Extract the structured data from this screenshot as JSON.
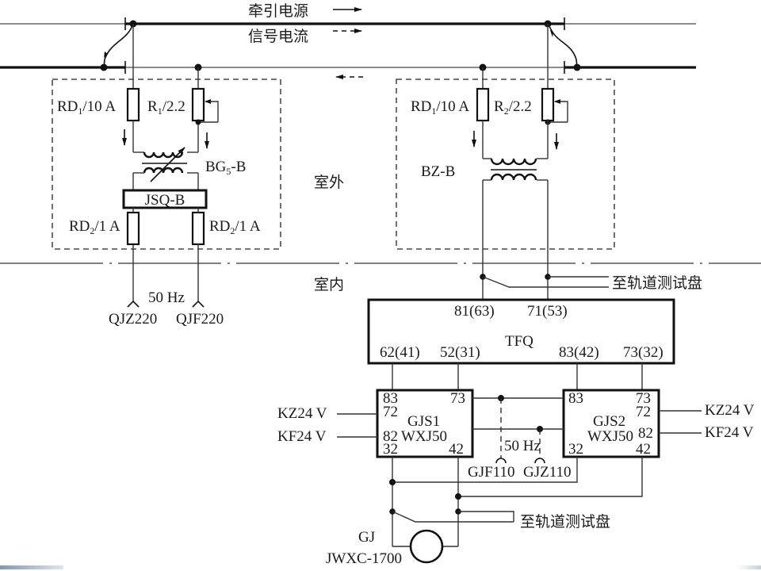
{
  "legend": {
    "traction_power": "牵引电源",
    "signal_current": "信号电流"
  },
  "zones": {
    "outdoor": "室外",
    "indoor": "室内"
  },
  "transmitter_side": {
    "fuse_main": {
      "name": "RD",
      "sub": "1",
      "rating": "/10 A"
    },
    "resistor": {
      "name": "R",
      "sub": "1",
      "value": "/2.2"
    },
    "transformer": {
      "name": "BG",
      "sub": "5",
      "suffix": "-B"
    },
    "filter": "JSQ-B",
    "fuse_left": {
      "name": "RD",
      "sub": "2",
      "rating": "/1 A"
    },
    "fuse_right": {
      "name": "RD",
      "sub": "2",
      "rating": "/1 A"
    },
    "frequency": "50 Hz",
    "supply_left": "QJZ220",
    "supply_right": "QJF220"
  },
  "receiver_side": {
    "fuse_main": {
      "name": "RD",
      "sub": "1",
      "rating": "/10 A"
    },
    "resistor": {
      "name": "R",
      "sub": "2",
      "value": "/2.2"
    },
    "transformer": "BZ-B"
  },
  "to_test_panel": "至轨道测试盘",
  "tfq": {
    "label": "TFQ",
    "top_terminals": [
      "81(63)",
      "71(53)"
    ],
    "bottom_terminals": [
      "62(41)",
      "52(31)",
      "83(42)",
      "73(32)"
    ]
  },
  "gjs1": {
    "name": "GJS1",
    "model": "WXJ50",
    "terminals": {
      "tl": "83",
      "tr": "73",
      "l2": "72",
      "l3": "82",
      "bl": "32",
      "br": "42"
    },
    "kz": "KZ24 V",
    "kf": "KF24 V"
  },
  "gjs2": {
    "name": "GJS2",
    "model": "WXJ50",
    "terminals": {
      "tl": "83",
      "tr": "73",
      "r2": "72",
      "r3": "82",
      "bl": "32",
      "br": "42"
    },
    "kz": "KZ24 V",
    "kf": "KF24 V"
  },
  "local_supply": {
    "frequency": "50 Hz",
    "left": "GJF110",
    "right": "GJZ110"
  },
  "relay": {
    "name": "GJ",
    "model": "JWXC-1700"
  }
}
